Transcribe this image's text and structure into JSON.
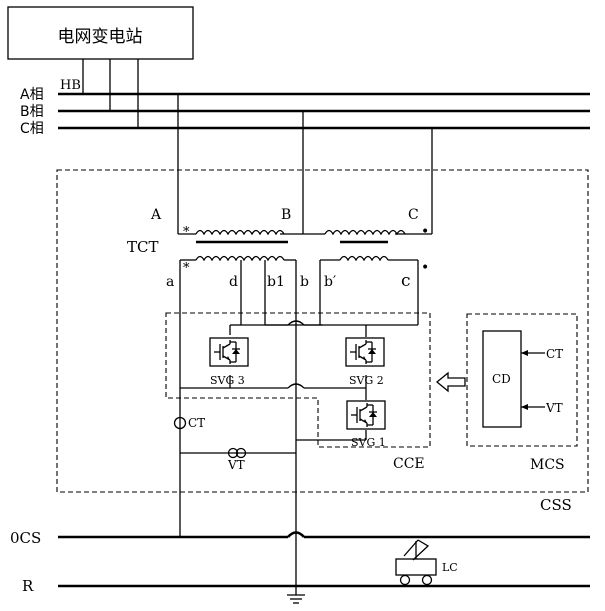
{
  "substation": {
    "label": "电网变电站"
  },
  "phases": {
    "a": "A相",
    "b": "B相",
    "c": "C相",
    "hb": "HB"
  },
  "transformer": {
    "name": "TCT",
    "primary": {
      "a": "A",
      "b": "B",
      "c": "C"
    },
    "secondary": {
      "a": "a",
      "d": "d",
      "b1": "b1",
      "b": "b",
      "b_prime": "b′",
      "c": "c"
    },
    "polarity_mark": "*",
    "dot_mark": "•"
  },
  "svg_units": [
    {
      "id": "svg3",
      "label": "SVG 3"
    },
    {
      "id": "svg2",
      "label": "SVG 2"
    },
    {
      "id": "svg1",
      "label": "SVG 1"
    }
  ],
  "measurement": {
    "ct": "CT",
    "vt": "VT"
  },
  "boxes": {
    "cce": "CCE",
    "mcs": "MCS",
    "css": "CSS"
  },
  "controller": {
    "label": "CD",
    "input_ct": "CT",
    "input_vt": "VT"
  },
  "rails": {
    "ocs": "0CS",
    "r": "R"
  },
  "locomotive": {
    "label": "LC"
  }
}
